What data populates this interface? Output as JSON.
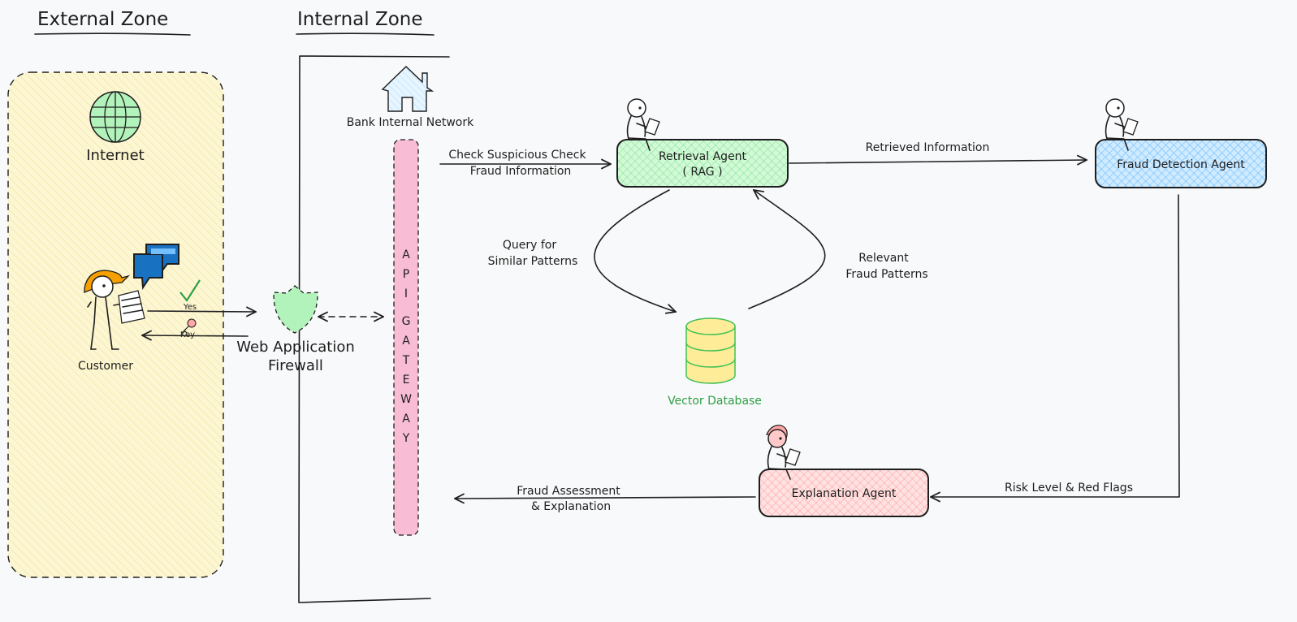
{
  "zones": {
    "external": "External Zone",
    "internal": "Internal Zone"
  },
  "nodes": {
    "internet": "Internet",
    "customer": "Customer",
    "waf_line1": "Web Application",
    "waf_line2": "Firewall",
    "bank_network": "Bank Internal Network",
    "api_gateway_letters": [
      "A",
      "P",
      "I",
      "",
      "G",
      "A",
      "T",
      "E",
      "W",
      "A",
      "Y"
    ],
    "retrieval_agent_line1": "Retrieval Agent",
    "retrieval_agent_line2": "( RAG )",
    "fraud_detection_agent": "Fraud Detection Agent",
    "explanation_agent": "Explanation Agent",
    "vector_database": "Vector Database"
  },
  "edges": {
    "check_line1": "Check Suspicious Check",
    "check_line2": "Fraud Information",
    "retrieved_info": "Retrieved Information",
    "query_line1": "Query for",
    "query_line2": "Similar Patterns",
    "relevant_line1": "Relevant",
    "relevant_line2": "Fraud Patterns",
    "risk_level": "Risk Level & Red Flags",
    "assessment_line1": "Fraud Assessment",
    "assessment_line2": "& Explanation",
    "yes_tag": "Yes",
    "key_tag": "Key"
  },
  "colors": {
    "external_zone_fill": "#fbf2c4",
    "api_gateway_fill": "#f8bcd4",
    "retrieval_fill": "#b2f2bb",
    "fraud_detection_fill": "#a5d8ff",
    "explanation_fill": "#ffc9c9",
    "firewall_fill": "#b2f2bb",
    "database_fill": "#ffec99",
    "database_stroke": "#40c057",
    "vector_db_text": "#2f9e44",
    "internet_fill": "#b2f2bb",
    "helmet": "#f59f00",
    "chat_bubble": "#1971c2"
  },
  "icons": [
    "globe-icon",
    "customer-figure-icon",
    "chat-bubbles-icon",
    "checkmark-icon",
    "key-icon",
    "shield-icon",
    "house-icon",
    "person-laptop-icon",
    "database-icon"
  ]
}
